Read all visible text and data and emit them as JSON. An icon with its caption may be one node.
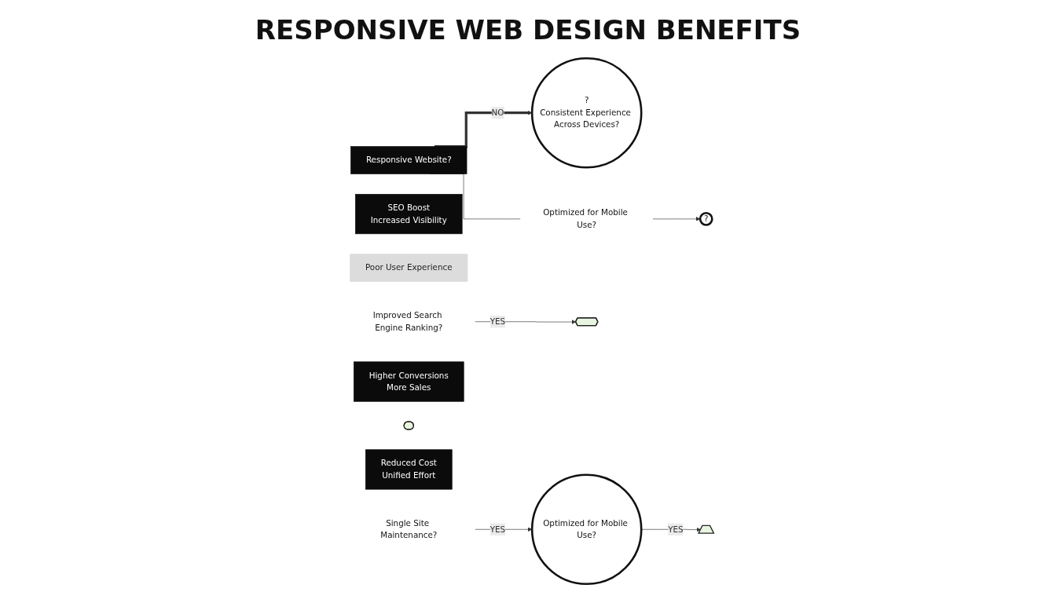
{
  "diagram": {
    "title": "RESPONSIVE WEB DESIGN BENEFITS",
    "nodes": [
      {
        "text": [
          "Responsive Website?"
        ]
      },
      {
        "text": [
          "?",
          "Consistent Experience Across Devices?"
        ]
      },
      {
        "text": [],
        "shape": "rocket"
      },
      {
        "text": [
          "SEO Boost",
          "Increased Visibility"
        ]
      },
      {
        "text": [
          "Poor User Experience"
        ]
      },
      {
        "text": [
          "Optimized for Mobile Use?"
        ]
      },
      {
        "text": [
          "?"
        ]
      },
      {
        "text": [
          "Improved Search Engine Ranking?"
        ]
      },
      {
        "text": [],
        "shape": "cart"
      },
      {
        "text": [
          "Higher Conversions",
          "More Sales"
        ]
      },
      {
        "text": [],
        "shape": "piggybank"
      },
      {
        "text": [
          "Reduced Cost",
          "Unified Effort"
        ]
      },
      {
        "text": [
          "Single Site Maintenance?"
        ]
      },
      {
        "text": [
          "Optimized for Mobile Use?"
        ]
      }
    ],
    "edges": [
      {
        "from": 0,
        "to": 1,
        "arrow": "to",
        "label": "NO",
        "style": "thick"
      },
      {
        "from": 0,
        "to": 5,
        "arrow": "none"
      },
      {
        "from": 5,
        "to": 6,
        "arrow": "to"
      },
      {
        "from": 7,
        "to": 2,
        "arrow": "to",
        "label": "YES"
      },
      {
        "from": 13,
        "to": 8,
        "arrow": "to",
        "label": "YES"
      },
      {
        "from": 12,
        "to": 13,
        "arrow": "to",
        "label": "YES"
      }
    ]
  }
}
